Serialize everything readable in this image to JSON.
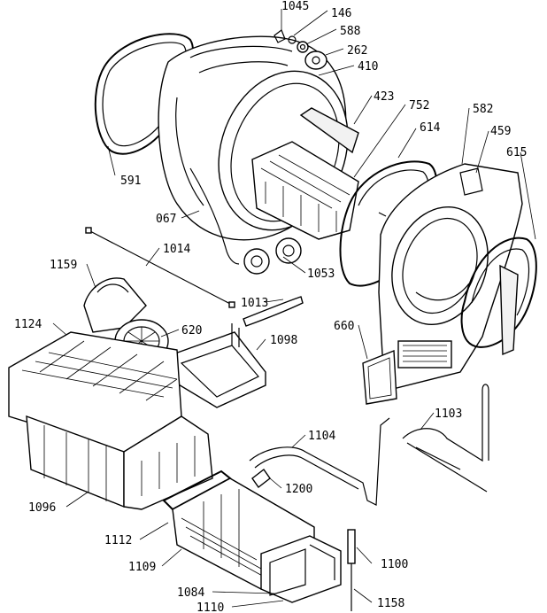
{
  "labels": {
    "p1045": "1045",
    "p146": "146",
    "p588": "588",
    "p262": "262",
    "p410": "410",
    "p423": "423",
    "p752": "752",
    "p614": "614",
    "p582": "582",
    "p459": "459",
    "p615": "615",
    "p591": "591",
    "p067": "067",
    "p1014": "1014",
    "p1159": "1159",
    "p1053": "1053",
    "p1013": "1013",
    "p1124": "1124",
    "p620": "620",
    "p1098": "1098",
    "p660": "660",
    "p1103": "1103",
    "p1104": "1104",
    "p1200": "1200",
    "p1096": "1096",
    "p1112": "1112",
    "p1109": "1109",
    "p1100": "1100",
    "p1084": "1084",
    "p1110": "1110",
    "p1158": "1158"
  }
}
